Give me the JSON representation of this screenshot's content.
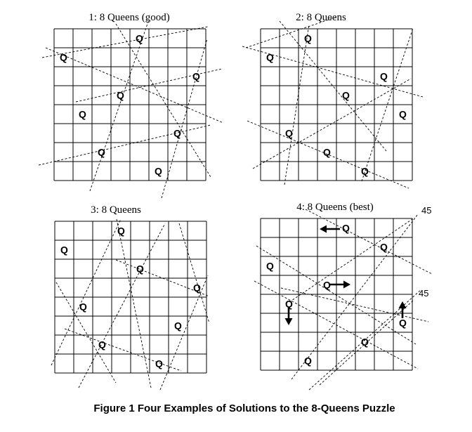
{
  "caption": "Figure 1 Four Examples of Solutions to the 8-Queens Puzzle",
  "queen_label": "Q",
  "annotations": [
    "45",
    "45"
  ],
  "boards": [
    {
      "title": "1: 8 Queens (good)",
      "queens": [
        [
          4,
          0
        ],
        [
          0,
          1
        ],
        [
          7,
          2
        ],
        [
          3,
          3
        ],
        [
          1,
          4
        ],
        [
          6,
          5
        ],
        [
          2,
          6
        ],
        [
          5,
          7
        ]
      ]
    },
    {
      "title": "2: 8 Queens",
      "queens": [
        [
          2,
          0
        ],
        [
          0,
          1
        ],
        [
          6,
          2
        ],
        [
          4,
          3
        ],
        [
          7,
          4
        ],
        [
          1,
          5
        ],
        [
          3,
          6
        ],
        [
          5,
          7
        ]
      ]
    },
    {
      "title": "3: 8 Queens",
      "queens": [
        [
          3,
          0
        ],
        [
          0,
          1
        ],
        [
          4,
          2
        ],
        [
          7,
          3
        ],
        [
          1,
          4
        ],
        [
          6,
          5
        ],
        [
          2,
          6
        ],
        [
          5,
          7
        ]
      ]
    },
    {
      "title": "4: 8 Queens (best)",
      "queens": [
        [
          4,
          0
        ],
        [
          6,
          1
        ],
        [
          0,
          2
        ],
        [
          3,
          3
        ],
        [
          1,
          4
        ],
        [
          7,
          5
        ],
        [
          5,
          6
        ],
        [
          2,
          7
        ]
      ]
    }
  ]
}
